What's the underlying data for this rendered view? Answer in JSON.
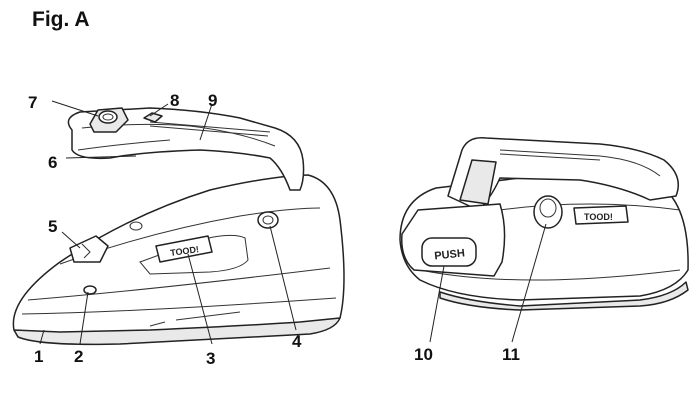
{
  "figure": {
    "title": "Fig. A"
  },
  "callouts": {
    "c1": "1",
    "c2": "2",
    "c3": "3",
    "c4": "4",
    "c5": "5",
    "c6": "6",
    "c7": "7",
    "c8": "8",
    "c9": "9",
    "c10": "10",
    "c11": "11"
  },
  "labels": {
    "push": "PUSH",
    "brand_left": "TOOD!",
    "brand_right": "TOOD!"
  },
  "icons": [
    "iron-left-view-icon",
    "iron-right-view-icon",
    "steam-dial-icon",
    "push-button-icon",
    "spray-nozzle-icon"
  ]
}
